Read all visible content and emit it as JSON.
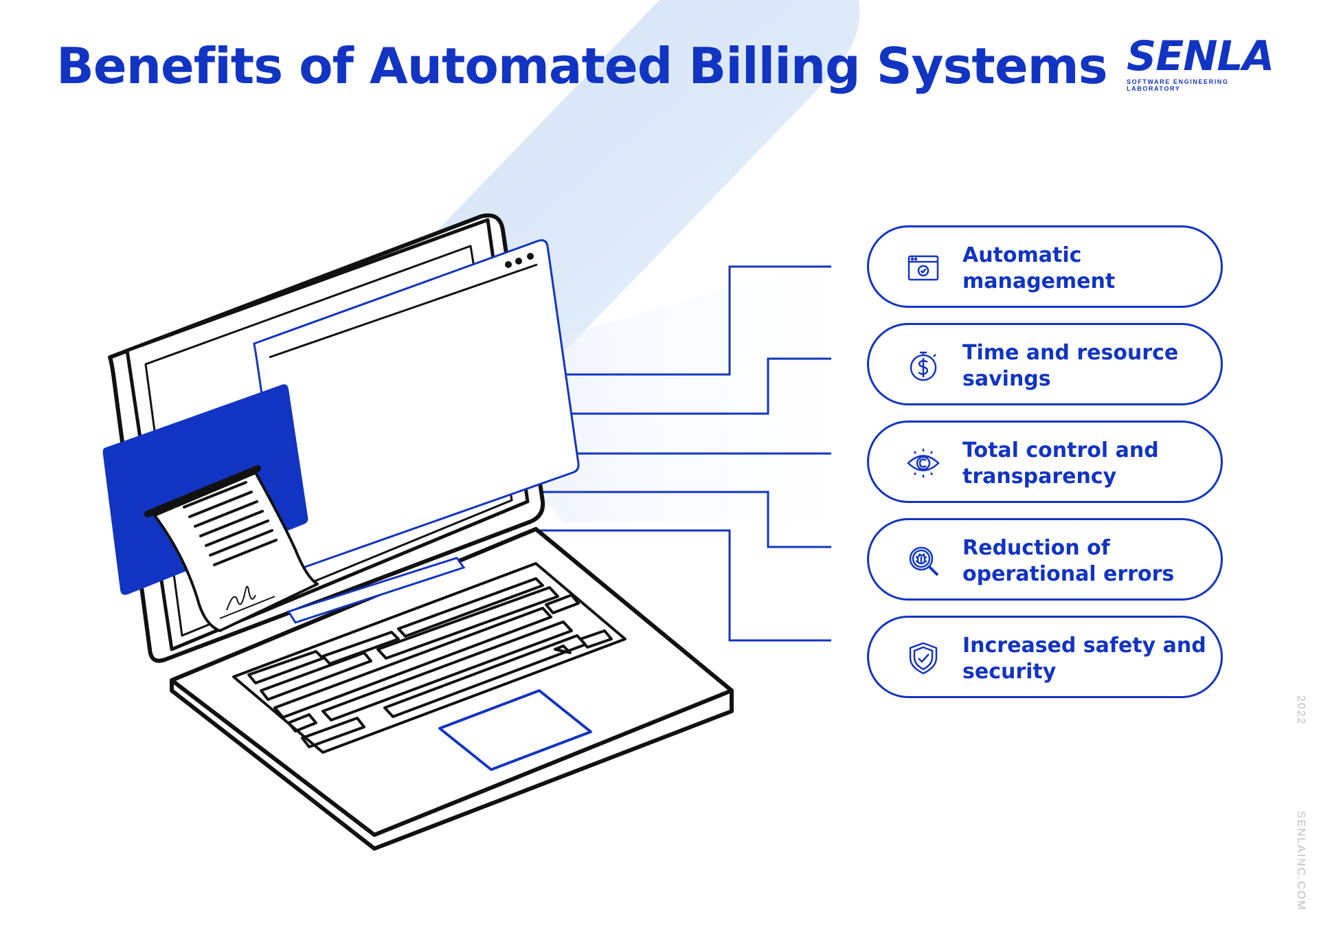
{
  "title": "Benefits of Automated Billing Systems",
  "logo": {
    "word": "SENLA",
    "subtitle": "SOFTWARE ENGINEERING LABORATORY"
  },
  "benefits": [
    {
      "icon": "browser-check-icon",
      "label_1": "Automatic",
      "label_2": "management"
    },
    {
      "icon": "dollar-stopwatch-icon",
      "label_1": "Time and resource",
      "label_2": "savings"
    },
    {
      "icon": "eye-icon",
      "label_1": "Total control and",
      "label_2": "transparency"
    },
    {
      "icon": "bug-magnifier-icon",
      "label_1": "Reduction of",
      "label_2": "operational errors"
    },
    {
      "icon": "shield-check-icon",
      "label_1": "Increased safety and",
      "label_2": "security"
    }
  ],
  "side": {
    "year": "2022",
    "site": "SENLAINC.COM"
  },
  "colors": {
    "brand": "#1234c2",
    "light_blue": "#d6e3f7",
    "line": "#111111"
  }
}
